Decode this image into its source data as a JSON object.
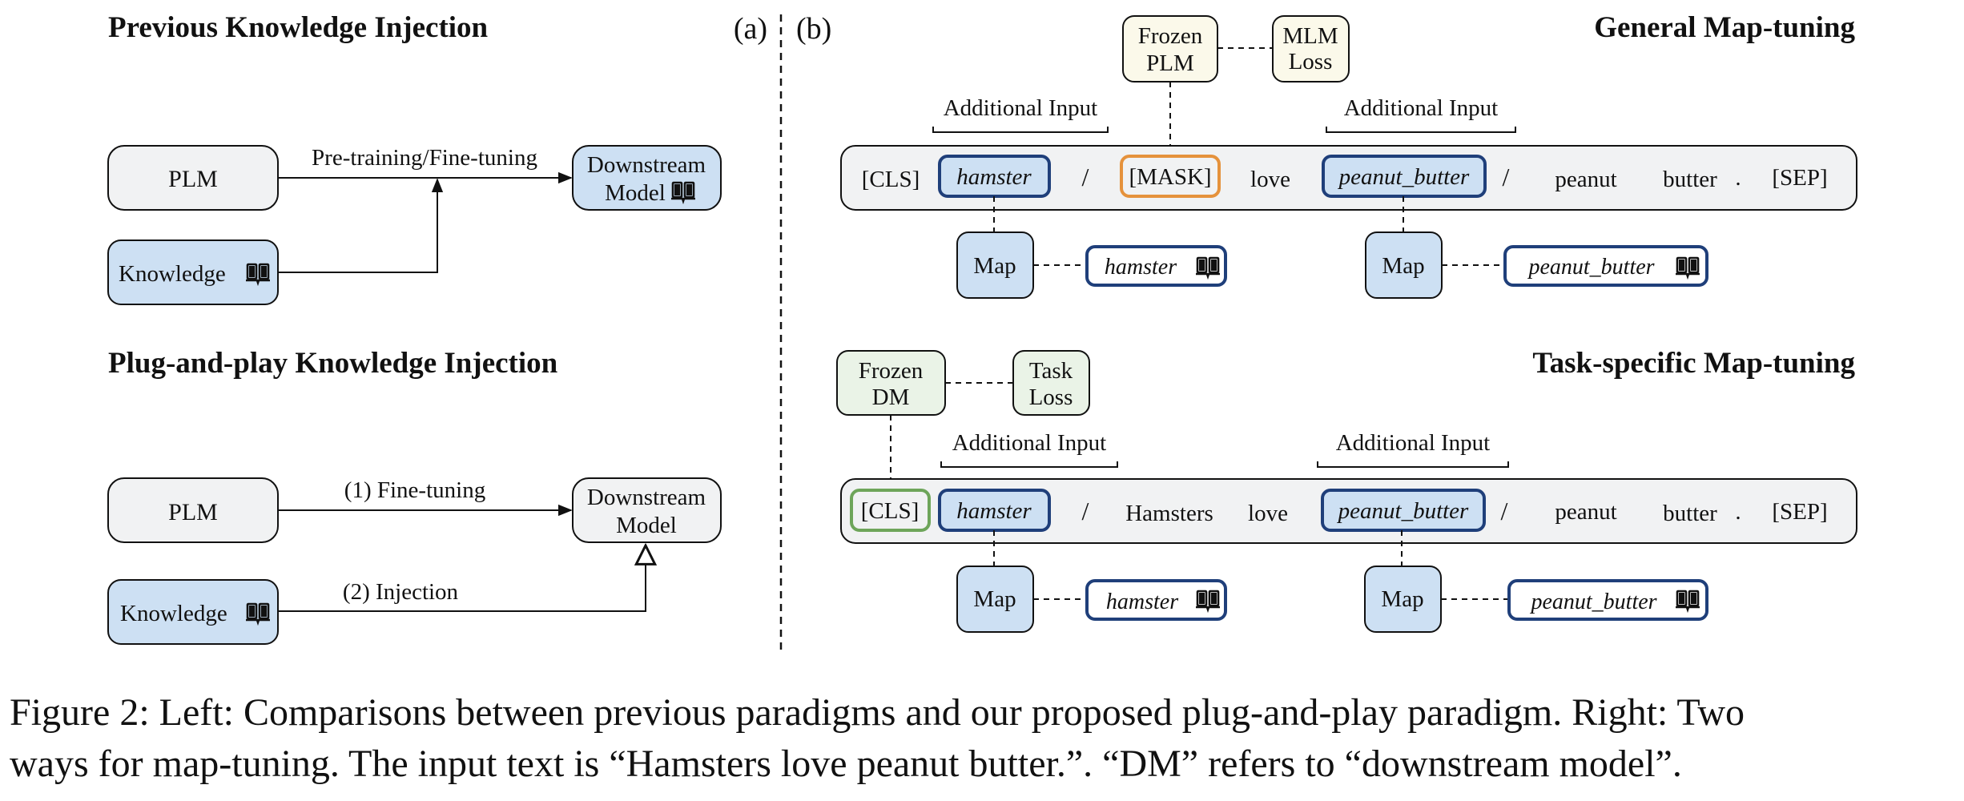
{
  "colors": {
    "plm_fill": "#f1f2f3",
    "knowledge_fill": "#cde0f3",
    "frozen_plm_fill": "#fbf9ea",
    "frozen_dm_fill": "#eaf3e7",
    "entity_border": "#1f3f7a",
    "mask_border": "#e5923c",
    "cls_border": "#6ea55a",
    "edge": "#111111"
  },
  "panel_labels": {
    "a": "(a)",
    "b": "(b)"
  },
  "left": {
    "previous": {
      "title": "Previous Knowledge Injection",
      "plm": "PLM",
      "edge_label": "Pre-training/Fine-tuning",
      "downstream_line1": "Downstream",
      "downstream_line2": "Model",
      "knowledge": "Knowledge",
      "book_icon": "book-icon"
    },
    "plug": {
      "title": "Plug-and-play Knowledge Injection",
      "plm": "PLM",
      "edge1_label": "(1) Fine-tuning",
      "edge2_label": "(2) Injection",
      "downstream_line1": "Downstream",
      "downstream_line2": "Model",
      "knowledge": "Knowledge"
    }
  },
  "right": {
    "general": {
      "title": "General Map-tuning",
      "frozen_line1": "Frozen",
      "frozen_line2": "PLM",
      "loss_line1": "MLM",
      "loss_line2": "Loss",
      "additional_input": "Additional Input",
      "tokens": {
        "cls": "[CLS]",
        "entity1": "hamster",
        "slash": "/",
        "mask": "[MASK]",
        "love": "love",
        "entity2": "peanut_butter",
        "peanut": "peanut",
        "butter": "butter",
        "period": ".",
        "sep": "[SEP]"
      },
      "map": "Map",
      "emb1": "hamster",
      "emb2": "peanut_butter"
    },
    "task": {
      "title": "Task-specific Map-tuning",
      "frozen_line1": "Frozen",
      "frozen_line2": "DM",
      "loss_line1": "Task",
      "loss_line2": "Loss",
      "additional_input": "Additional Input",
      "tokens": {
        "cls": "[CLS]",
        "entity1": "hamster",
        "slash": "/",
        "hamsters": "Hamsters",
        "love": "love",
        "entity2": "peanut_butter",
        "peanut": "peanut",
        "butter": "butter",
        "period": ".",
        "sep": "[SEP]"
      },
      "map": "Map",
      "emb1": "hamster",
      "emb2": "peanut_butter"
    }
  },
  "caption": {
    "line1": "Figure 2: Left: Comparisons between previous paradigms and our proposed plug-and-play paradigm. Right: Two",
    "line2": "ways for map-tuning. The input text is “Hamsters love peanut butter.”. “DM” refers to “downstream model”."
  }
}
